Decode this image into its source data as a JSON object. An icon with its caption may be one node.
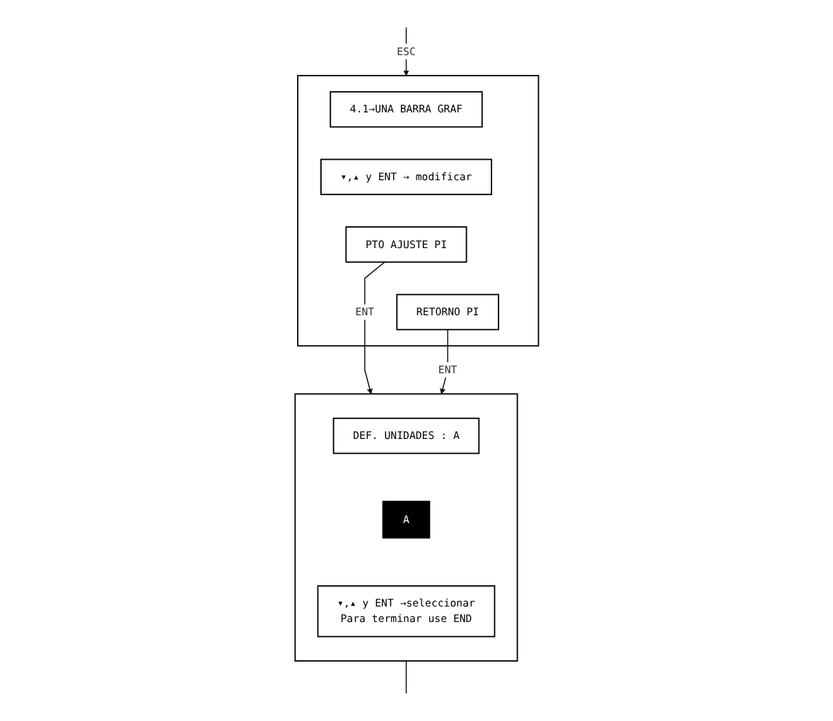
{
  "diagram": {
    "nodes": [
      {
        "text": [],
        "shape": "box"
      },
      {
        "text": [
          "4.1→UNA BARRA GRAF"
        ],
        "in": 0
      },
      {
        "text": [
          "▾,▴ y ENT → modificar"
        ],
        "in": 0
      },
      {
        "text": [
          "PTO AJUSTE PI"
        ],
        "in": 0
      },
      {
        "text": [
          "RETORNO PI"
        ],
        "in": 0
      },
      {
        "text": [],
        "shape": "box"
      },
      {
        "text": [
          "DEF. UNIDADES : A"
        ],
        "in": 5
      },
      {
        "text": [
          "A"
        ],
        "in": 5
      },
      {
        "text": [
          "▾,▴ y ENT →seleccionar",
          "Para terminar use END"
        ],
        "in": 5
      }
    ],
    "edges": [
      {
        "from": 3,
        "to": 5,
        "arrow": "to",
        "label": "ENT"
      },
      {
        "from": 4,
        "to": 5,
        "arrow": "to",
        "label": "ENT"
      },
      {
        "from": null,
        "to": 0,
        "arrow": "to",
        "label": "ESC"
      },
      {
        "from": 5,
        "to": null,
        "arrow": "none"
      }
    ]
  }
}
